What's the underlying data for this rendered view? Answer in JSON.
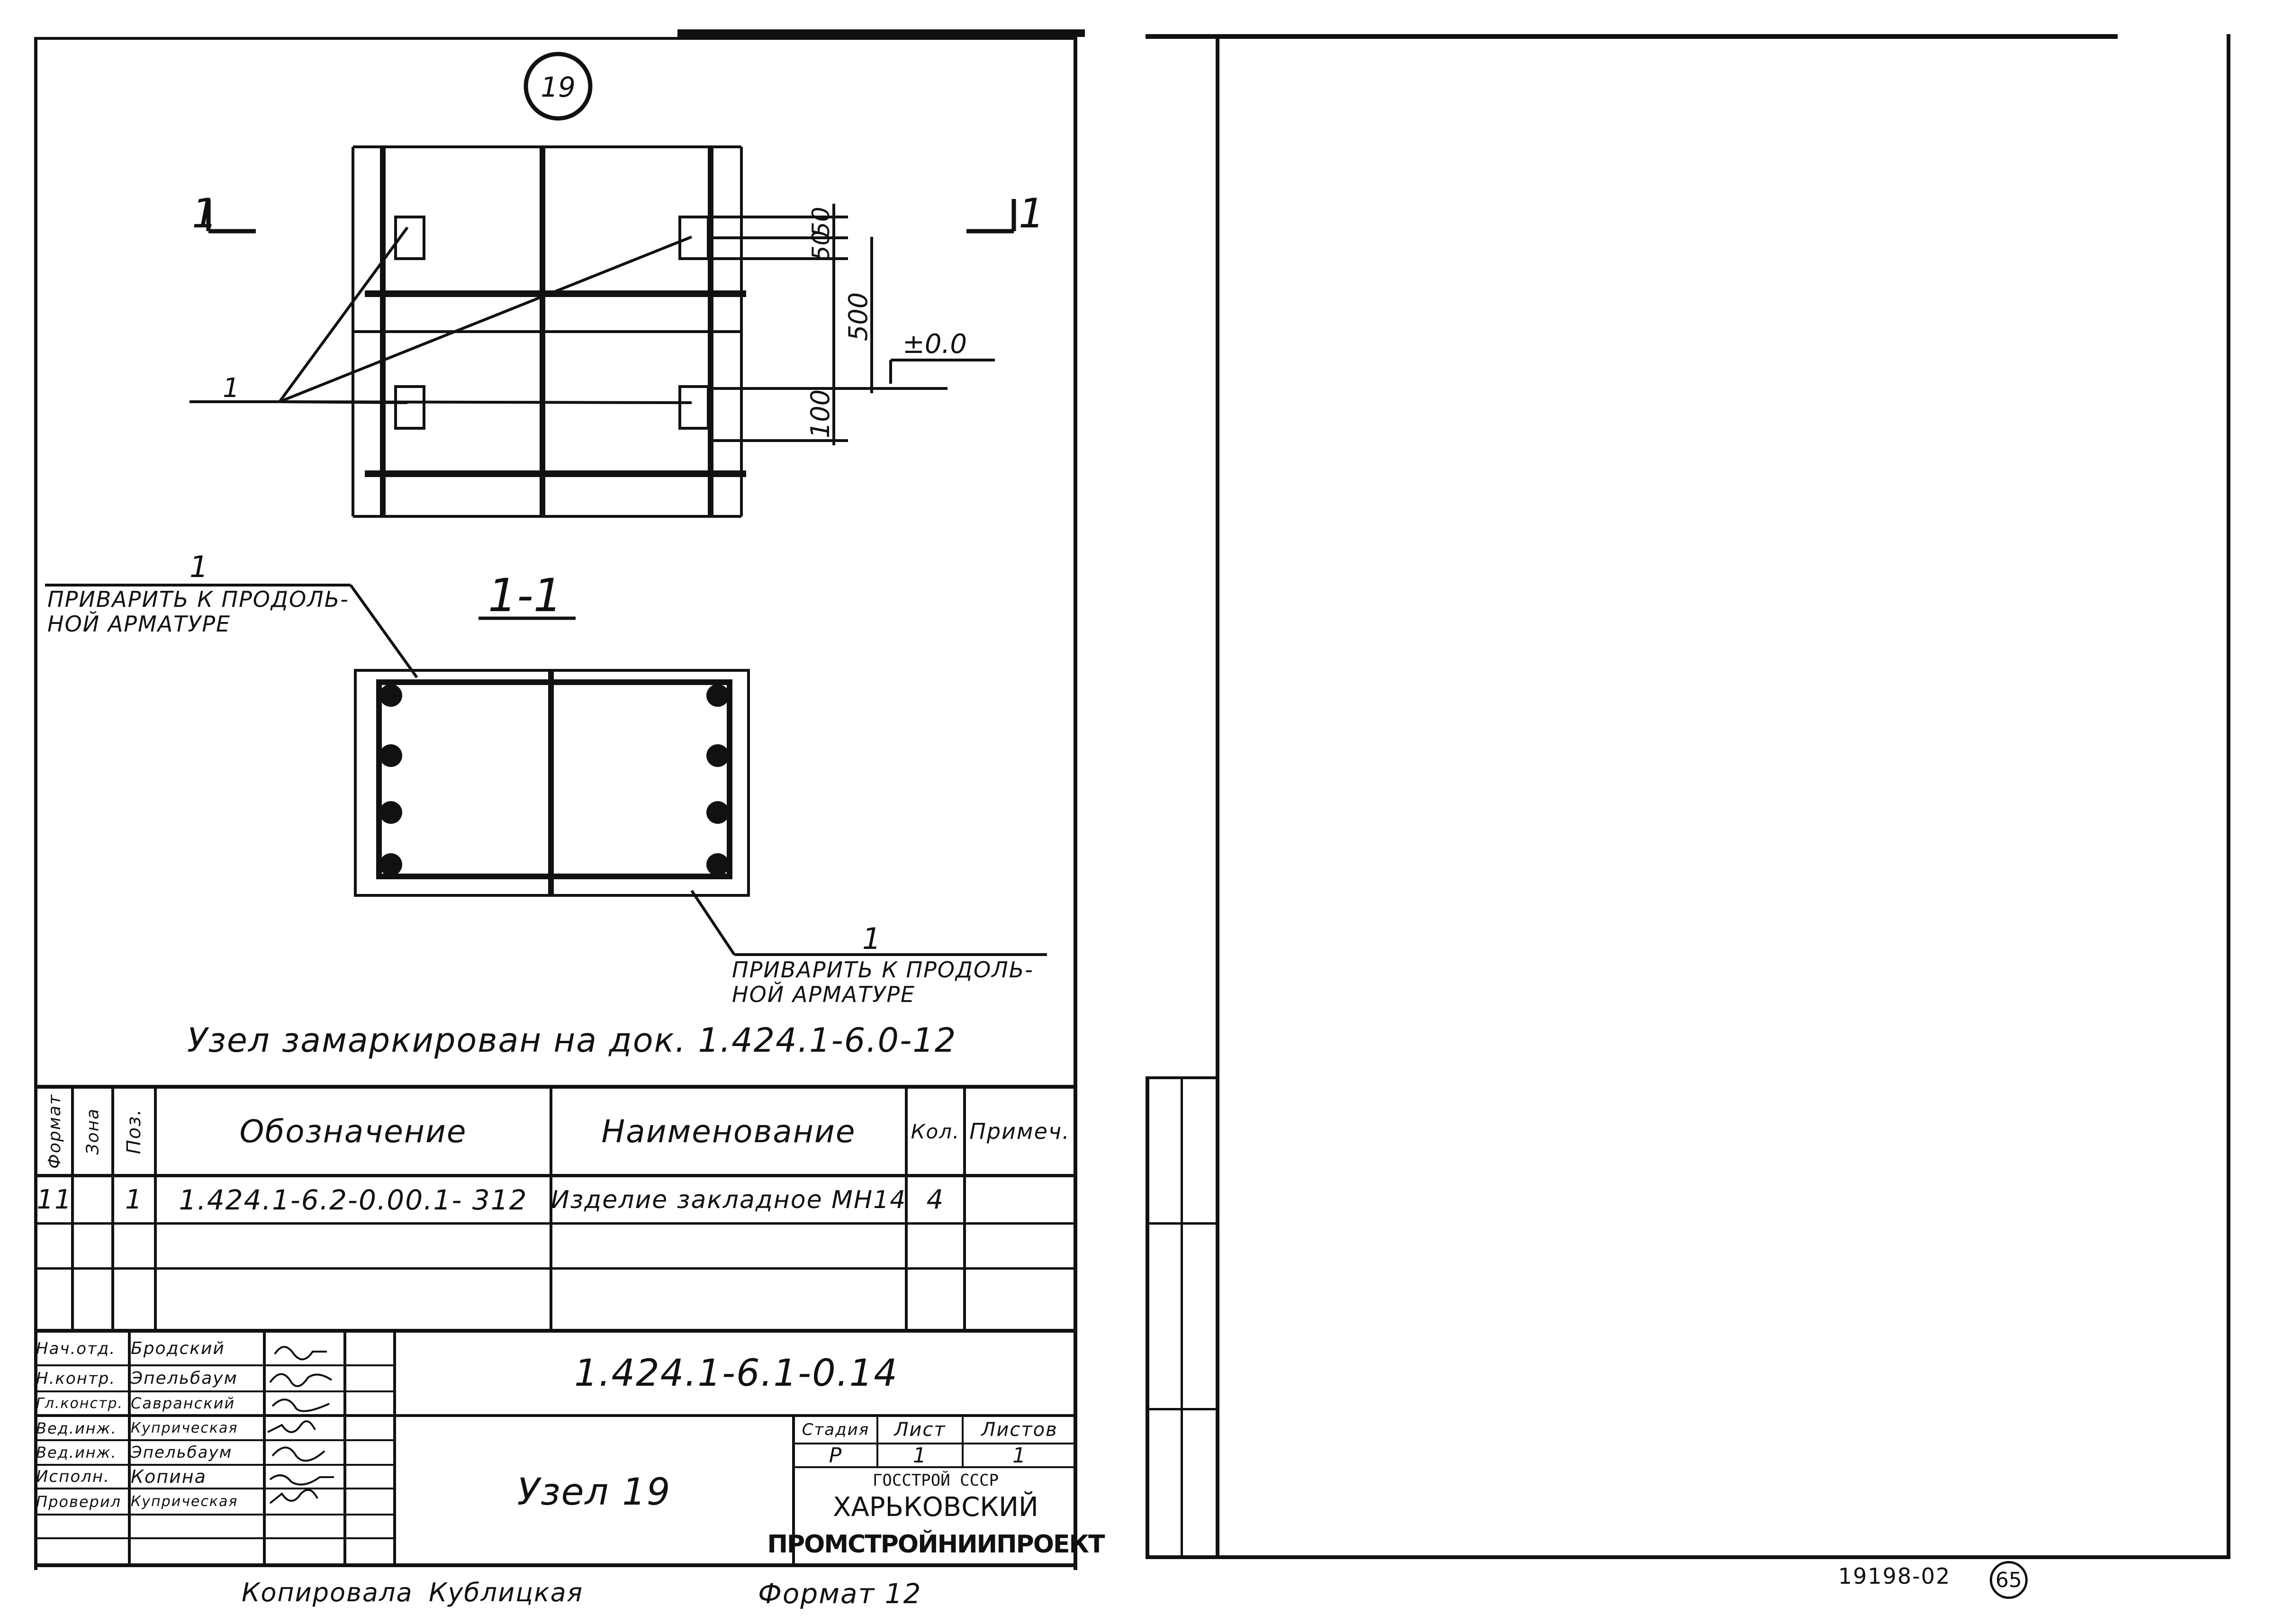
{
  "detail": {
    "node_circle": "19",
    "section_mark": "1",
    "dim_50_top": "50",
    "dim_50_second": "50",
    "dim_500": "500",
    "dim_100": "100",
    "level_mark": "±0.0",
    "pos_callout": "1",
    "section_title": "1-1",
    "note_upper_pos": "1",
    "note_upper_line1": "ПРИВАРИТЬ К ПРОДОЛЬ-",
    "note_upper_line2": "НОЙ АРМАТУРЕ",
    "note_lower_pos": "1",
    "note_lower_line1": "ПРИВАРИТЬ К ПРОДОЛЬ-",
    "note_lower_line2": "НОЙ АРМАТУРЕ",
    "marking_note": "Узел замаркирован на док.  1.424.1-6.0-12"
  },
  "spec_table": {
    "headers": {
      "format": "Формат",
      "zone": "Зона",
      "pos": "Поз.",
      "designation": "Обозначение",
      "name": "Наименование",
      "qty": "Кол.",
      "note": "Примеч."
    },
    "row": {
      "format": "11",
      "pos": "1",
      "designation": "1.424.1-6.2-0.00.1- 312",
      "name": "Изделие закладное МН14",
      "qty": "4"
    }
  },
  "title_block": {
    "people": [
      {
        "role": "Нач.отд.",
        "name": "Бродский"
      },
      {
        "role": "Н.контр.",
        "name": "Эпельбаум"
      },
      {
        "role": "Гл.констр.",
        "name": "Савранский"
      },
      {
        "role": "Вед.инж.",
        "name": "Куприческая"
      },
      {
        "role": "Вед.инж.",
        "name": "Эпельбаум"
      },
      {
        "role": "Исполн.",
        "name": "Копина"
      },
      {
        "role": "Проверил",
        "name": "Куприческая"
      }
    ],
    "doc_number": "1.424.1-6.1-0.14",
    "title": "Узел 19",
    "stage_label": "Стадия",
    "sheet_label": "Лист",
    "sheets_label": "Листов",
    "stage": "Р",
    "sheet": "1",
    "sheets": "1",
    "org_line1": "ГОССТРОЙ СССР",
    "org_line2": "ХАРЬКОВСКИЙ",
    "org_line3": "ПРОМСТРОЙНИИПРОЕКТ"
  },
  "footer": {
    "copied_label": "Копировала",
    "copied_name": "Кублицкая",
    "format": "Формат 12",
    "archive_no": "19198-02",
    "page_no": "65"
  }
}
